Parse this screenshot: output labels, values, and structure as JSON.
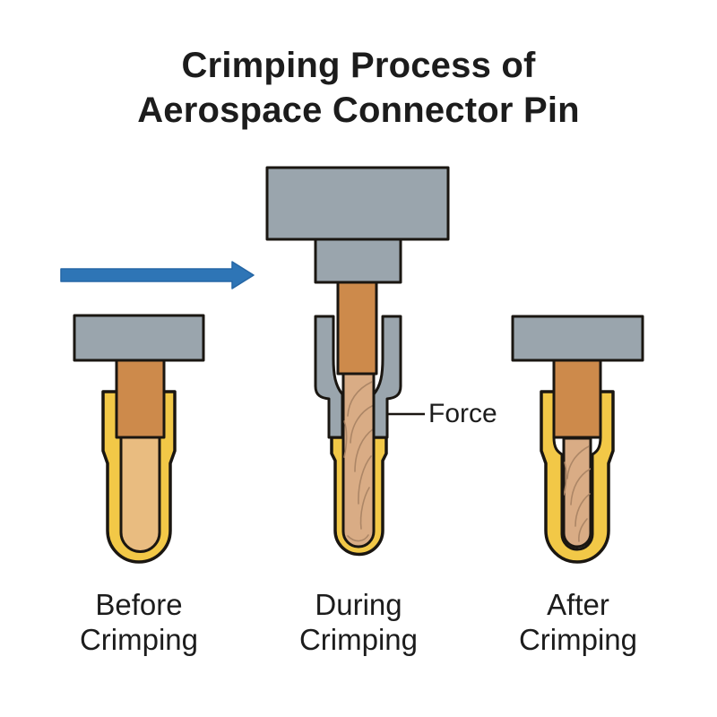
{
  "title": {
    "line1": "Crimping Process of",
    "line2": "Aerospace Connector Pin"
  },
  "stages": [
    {
      "id": "before",
      "label_line1": "Before",
      "label_line2": "Crimping"
    },
    {
      "id": "during",
      "label_line1": "During",
      "label_line2": "Crimping"
    },
    {
      "id": "after",
      "label_line1": "After",
      "label_line2": "Crimping"
    }
  ],
  "annotations": {
    "force_label": "Force"
  },
  "icons": {
    "process_arrow": "right-arrow"
  },
  "colors": {
    "background": "#ffffff",
    "text": "#1c1c1c",
    "outline": "#1a1611",
    "tool_gray": "#9aa5ad",
    "copper": "#cd8a4b",
    "gold": "#f2c847",
    "barrel_inner_tan": "#e9bc80",
    "wire_wood": "#d9ac85",
    "wood_grain": "#aa8464",
    "arrow_blue": "#2e75b6",
    "arrow_blue_edge": "#2566a5"
  }
}
